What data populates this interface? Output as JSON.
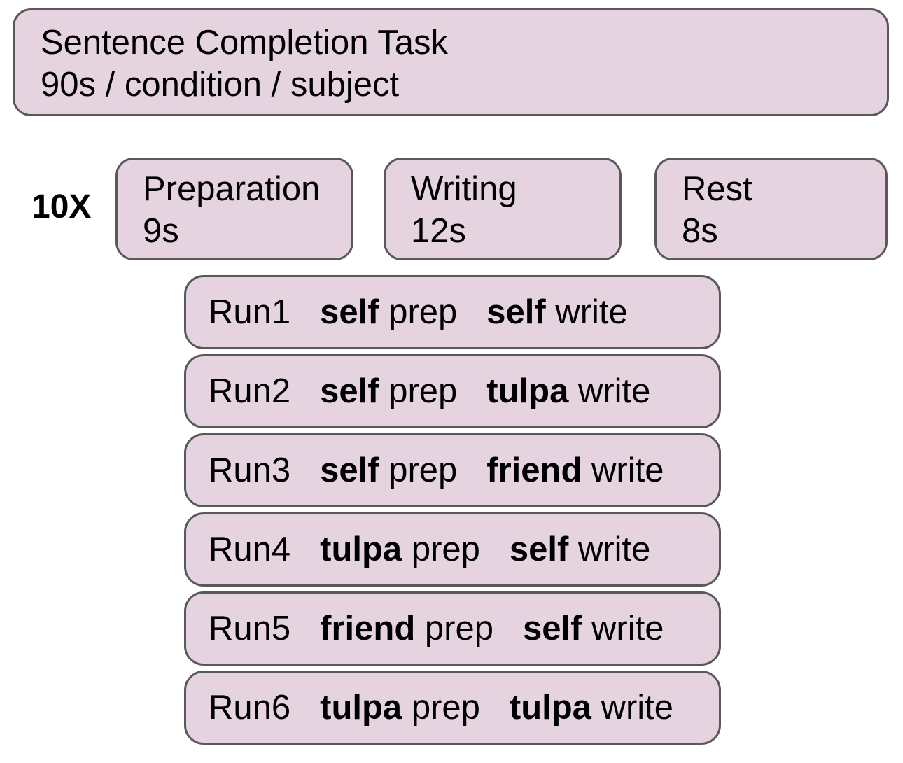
{
  "title_box": {
    "line1": "Sentence Completion Task",
    "line2": "90s / condition / subject"
  },
  "repeat_label": "10X",
  "phases": [
    {
      "name": "Preparation",
      "duration": "9s"
    },
    {
      "name": "Writing",
      "duration": "12s"
    },
    {
      "name": "Rest",
      "duration": "8s"
    }
  ],
  "run_words": {
    "prep": "prep",
    "write": "write"
  },
  "runs": [
    {
      "label": "Run1",
      "prep_agent": "self",
      "write_agent": "self"
    },
    {
      "label": "Run2",
      "prep_agent": "self",
      "write_agent": "tulpa"
    },
    {
      "label": "Run3",
      "prep_agent": "self",
      "write_agent": "friend"
    },
    {
      "label": "Run4",
      "prep_agent": "tulpa",
      "write_agent": "self"
    },
    {
      "label": "Run5",
      "prep_agent": "friend",
      "write_agent": "self"
    },
    {
      "label": "Run6",
      "prep_agent": "tulpa",
      "write_agent": "tulpa"
    }
  ],
  "colors": {
    "box_fill": "#e5d3e0",
    "box_border": "#595959",
    "text": "#000000",
    "background": "#ffffff"
  }
}
